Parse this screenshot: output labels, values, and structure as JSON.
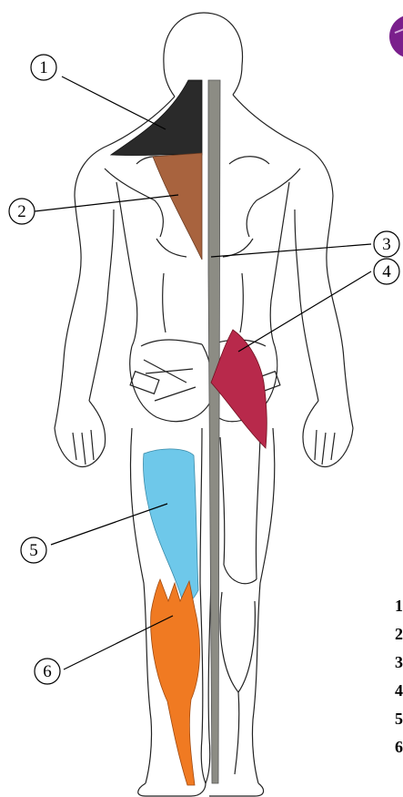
{
  "markers": [
    {
      "label": "1",
      "name": "marker-1"
    },
    {
      "label": "2",
      "name": "marker-2"
    },
    {
      "label": "3",
      "name": "marker-3"
    },
    {
      "label": "4",
      "name": "marker-4"
    },
    {
      "label": "5",
      "name": "marker-5"
    },
    {
      "label": "6",
      "name": "marker-6"
    }
  ],
  "legend": [
    "1",
    "2",
    "3",
    "4",
    "5",
    "6"
  ],
  "colors": {
    "trapezius_upper": "#2a2a2a",
    "trapezius_middle": "#a8633e",
    "erector_spinae": "#8c8c84",
    "gluteus_medius": "#b8294b",
    "hamstrings": "#6ec8ea",
    "gastrocnemius": "#f07a22",
    "logo": "#7a1f8c"
  }
}
